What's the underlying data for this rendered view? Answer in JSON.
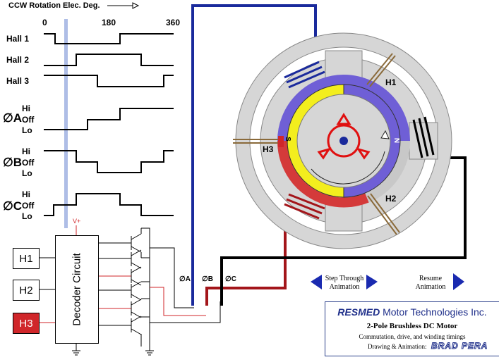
{
  "header": {
    "axis_title": "CCW Rotation Elec. Deg.",
    "tick_0": "0",
    "tick_180": "180",
    "tick_360": "360"
  },
  "waveforms": {
    "hall1": "Hall 1",
    "hall2": "Hall 2",
    "hall3": "Hall 3",
    "phaseA": {
      "symbol": "∅A",
      "hi": "Hi",
      "off": "Off",
      "lo": "Lo"
    },
    "phaseB": {
      "symbol": "∅B",
      "hi": "Hi",
      "off": "Off",
      "lo": "Lo"
    },
    "phaseC": {
      "symbol": "∅C",
      "hi": "Hi",
      "off": "Off",
      "lo": "Lo"
    }
  },
  "circuit": {
    "h1": "H1",
    "h2": "H2",
    "h3": "H3",
    "decoder": "Decoder Circuit",
    "vplus": "V+",
    "phase_a_out": "∅A",
    "phase_b_out": "∅B",
    "phase_c_out": "∅C"
  },
  "motor": {
    "sensor_h1": "H1",
    "sensor_h2": "H2",
    "sensor_h3": "H3",
    "pole_s": "S",
    "pole_n": "N"
  },
  "controls": {
    "step": "Step Through\nAnimation",
    "resume": "Resume\nAnimation"
  },
  "credit": {
    "brand_bold": "RESMED",
    "brand_rest": " Motor Technologies Inc.",
    "title": "2-Pole Brushless DC Motor",
    "subtitle": "Commutation, drive, and winding timings",
    "drawing": "Drawing & Animation:",
    "author": "BRAD PERA"
  },
  "colors": {
    "blue_wire": "#1a2a9c",
    "red_wire": "#a3151a",
    "marker": "#aebde6",
    "stator": "#d6d6d6",
    "rotor_yellow": "#f3ee1e",
    "rotor_purple": "#6f5fd6",
    "active_h3": "#d0262a"
  }
}
